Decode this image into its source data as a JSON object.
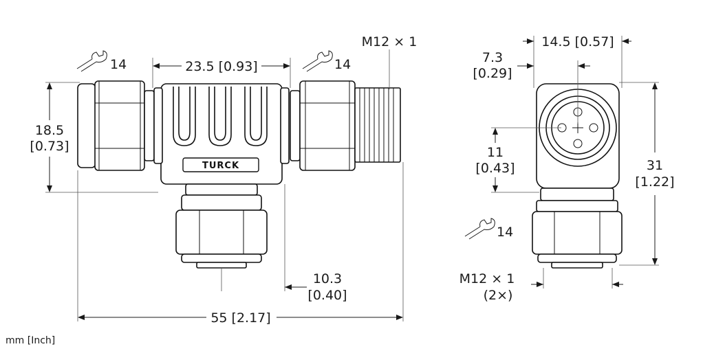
{
  "brand": "TURCK",
  "units_note": "mm [Inch]",
  "wrench_sizes": {
    "left": "14",
    "middle": "14",
    "side_view": "14"
  },
  "thread_labels": {
    "top": "M12 × 1",
    "bottom_line1": "M12 × 1",
    "bottom_line2": "(2×)"
  },
  "dimensions": {
    "width_body": "23.5 [0.93]",
    "height_left_line1": "18.5",
    "height_left_line2": "[0.73]",
    "bottom_offset_line1": "10.3",
    "bottom_offset_line2": "[0.40]",
    "total_length": "55 [2.17]",
    "side_width": "14.5 [0.57]",
    "side_center_line1": "7.3",
    "side_center_line2": "[0.29]",
    "side_mid_height_line1": "11",
    "side_mid_height_line2": "[0.43]",
    "side_total_height_line1": "31",
    "side_total_height_line2": "[1.22]"
  }
}
